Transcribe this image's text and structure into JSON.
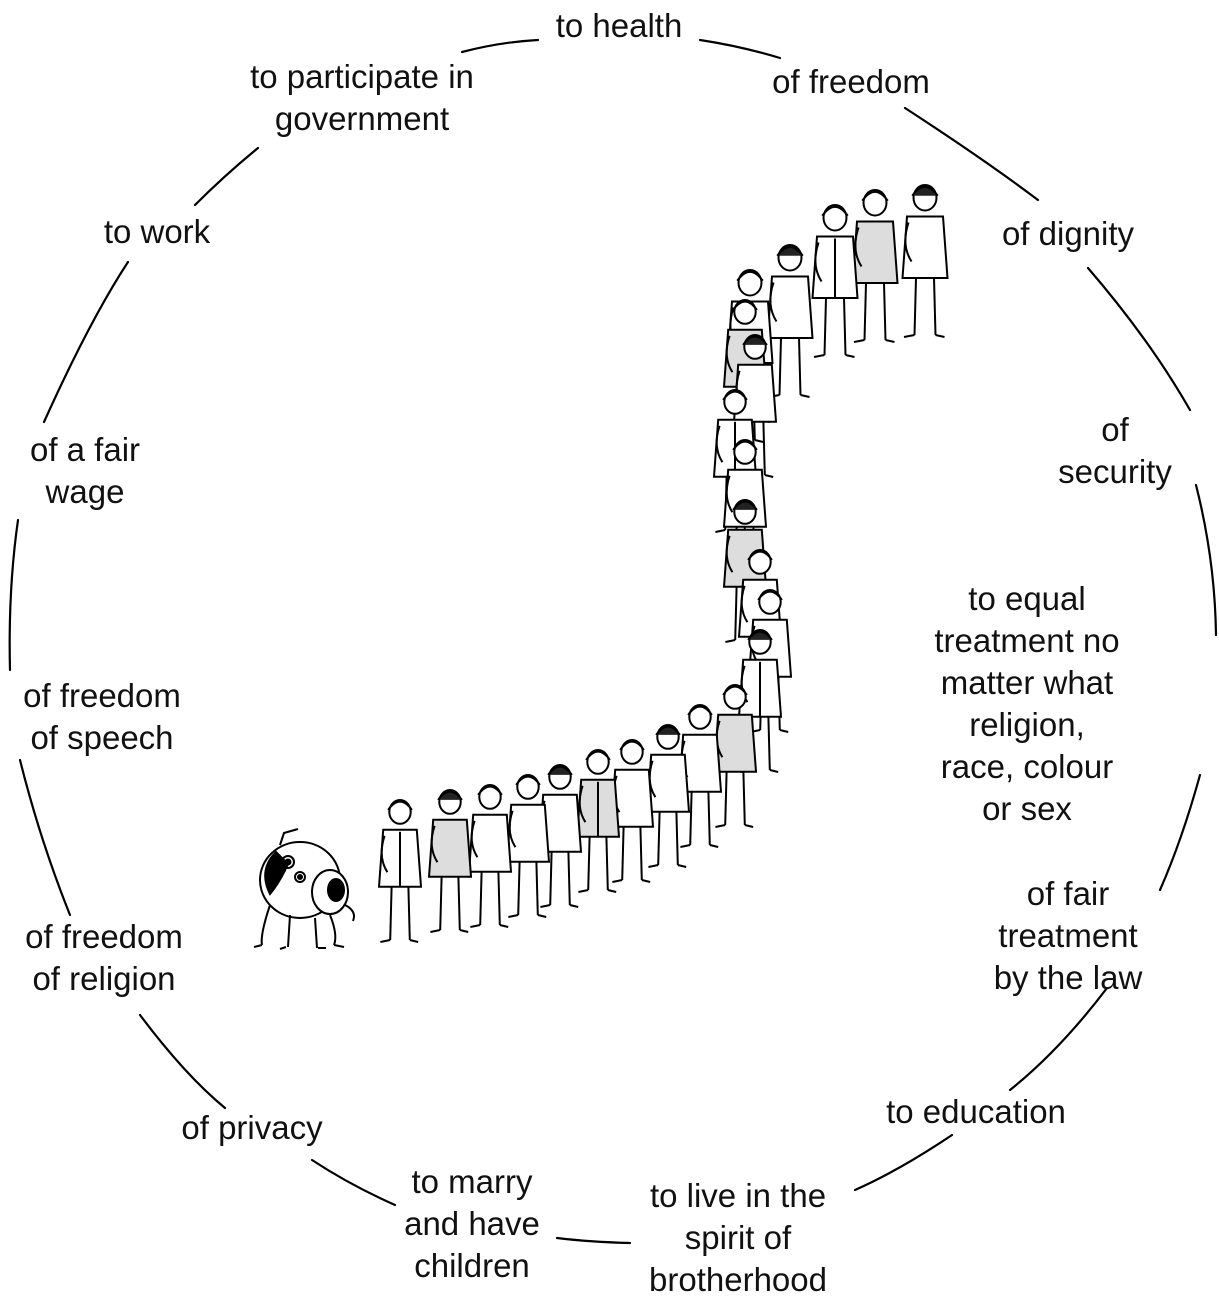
{
  "labels": [
    {
      "id": "health",
      "text": "to health"
    },
    {
      "id": "freedom",
      "text": "of freedom"
    },
    {
      "id": "dignity",
      "text": "of dignity"
    },
    {
      "id": "security",
      "text": "of security"
    },
    {
      "id": "equal-treatment",
      "text": "to equal treatment no\nmatter what religion,\nrace, colour or sex"
    },
    {
      "id": "fair-treatment-law",
      "text": "of fair treatment\nby the law"
    },
    {
      "id": "education",
      "text": "to education"
    },
    {
      "id": "brotherhood",
      "text": "to live in the\nspirit of\nbrotherhood"
    },
    {
      "id": "marry",
      "text": "to marry\nand have\nchildren"
    },
    {
      "id": "privacy",
      "text": "of privacy"
    },
    {
      "id": "freedom-religion",
      "text": "of freedom\nof religion"
    },
    {
      "id": "freedom-speech",
      "text": "of freedom\nof speech"
    },
    {
      "id": "fair-wage",
      "text": "of a fair\nwage"
    },
    {
      "id": "work",
      "text": "to work"
    },
    {
      "id": "participate-government",
      "text": "to participate in\ngovernment"
    }
  ],
  "illustration": {
    "subject": "queue-of-people-with-dog",
    "figure_count": 26
  },
  "colors": {
    "ink": "#000000",
    "paper": "#ffffff"
  }
}
